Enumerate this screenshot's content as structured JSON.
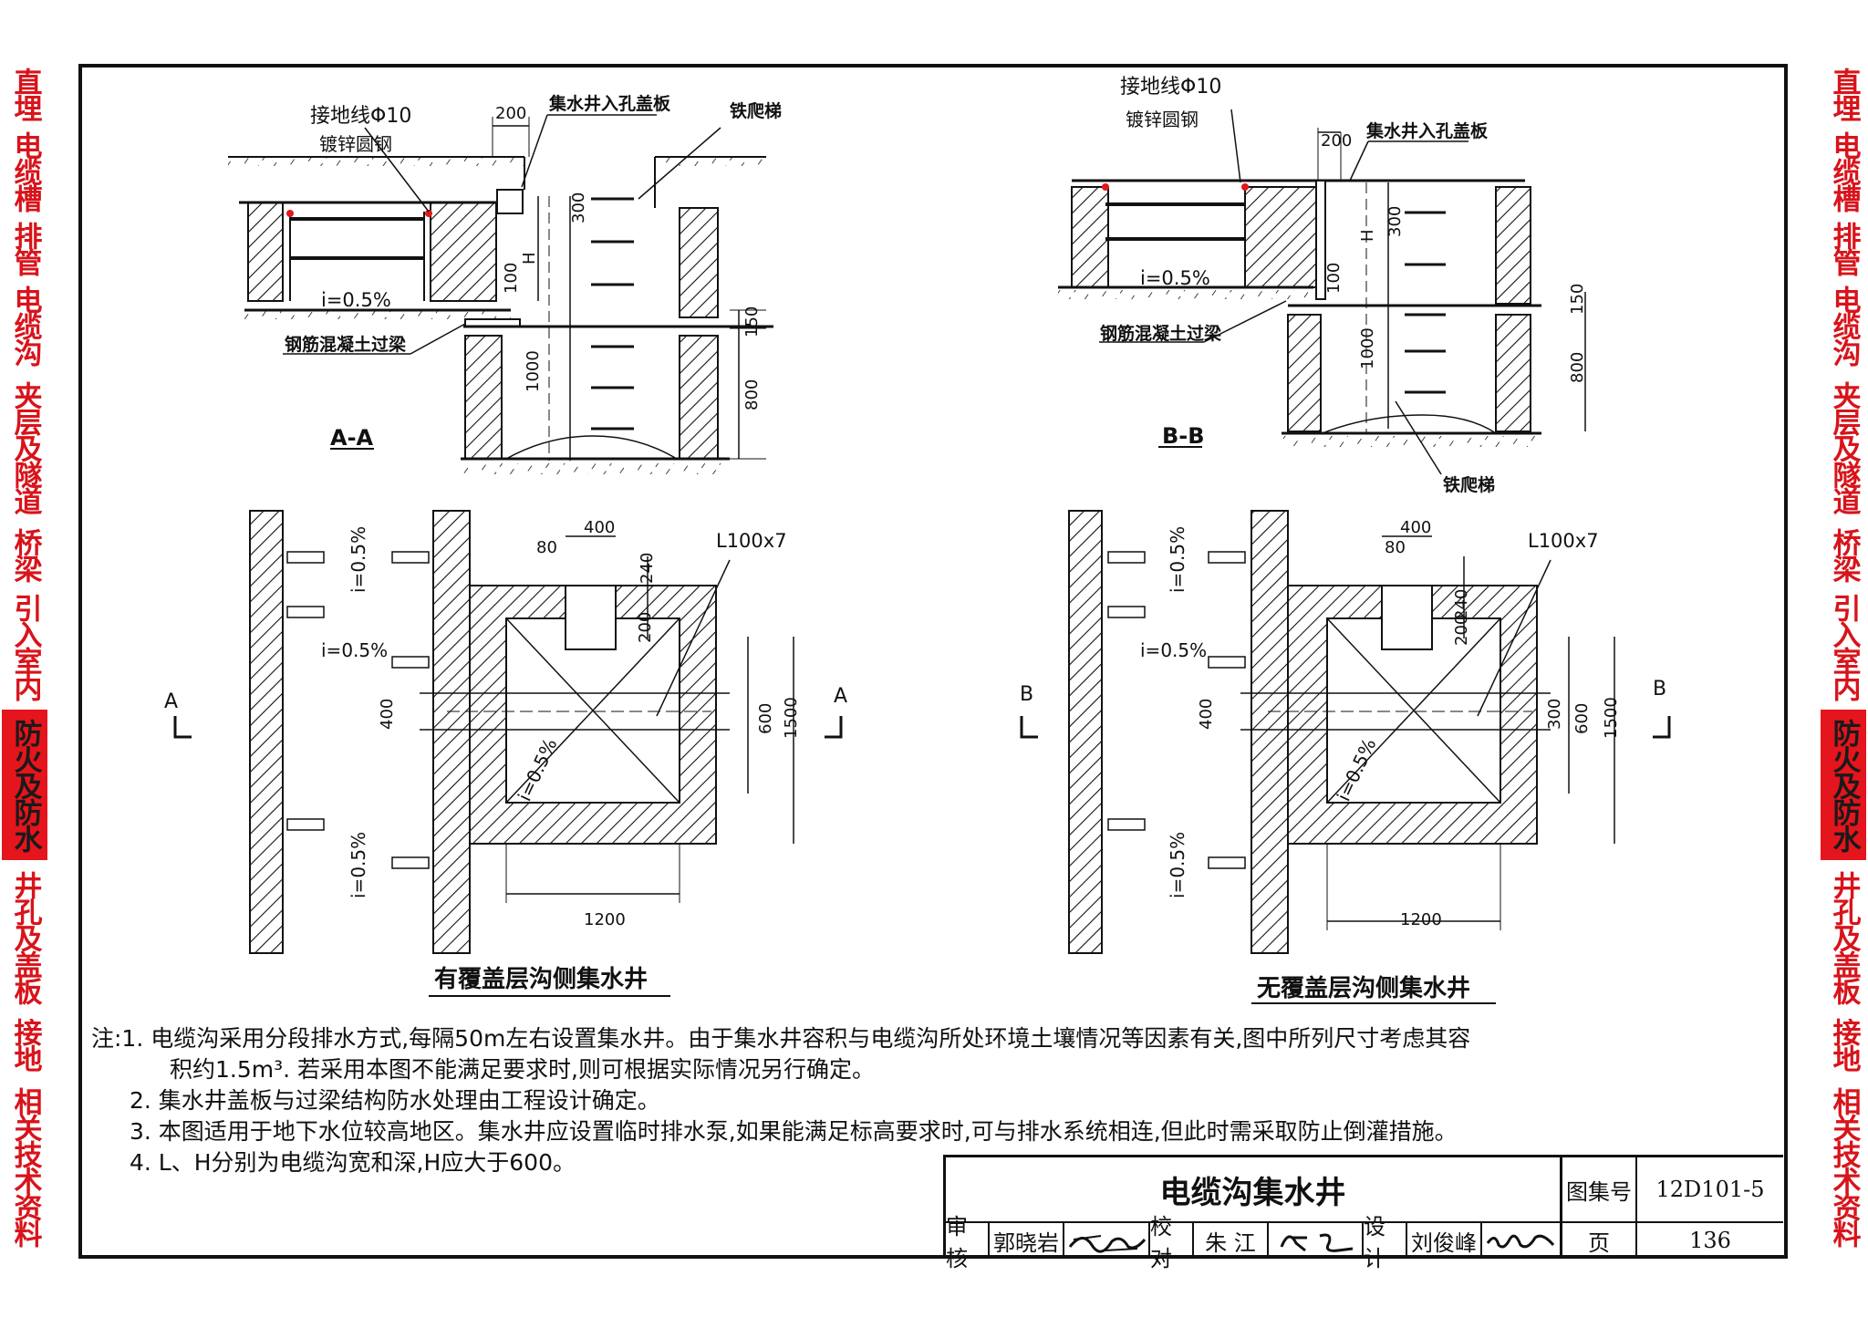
{
  "sidebar": {
    "left": [
      {
        "label": "直埋",
        "active": false
      },
      {
        "label": "电缆槽",
        "active": false
      },
      {
        "label": "排管",
        "active": false
      },
      {
        "label": "电缆沟",
        "active": false
      },
      {
        "label": "夹层及隧道",
        "active": false
      },
      {
        "label": "桥梁",
        "active": false
      },
      {
        "label": "引入室内",
        "active": false
      },
      {
        "label": "防火及防水",
        "active": true
      },
      {
        "label": "井孔及盖板",
        "active": false
      },
      {
        "label": "接地",
        "active": false
      },
      {
        "label": "相关技术资料",
        "active": false
      }
    ],
    "right": [
      {
        "label": "直埋",
        "active": false
      },
      {
        "label": "电缆槽",
        "active": false
      },
      {
        "label": "排管",
        "active": false
      },
      {
        "label": "电缆沟",
        "active": false
      },
      {
        "label": "夹层及隧道",
        "active": false
      },
      {
        "label": "桥梁",
        "active": false
      },
      {
        "label": "引入室内",
        "active": false
      },
      {
        "label": "防火及防水",
        "active": true
      },
      {
        "label": "井孔及盖板",
        "active": false
      },
      {
        "label": "接地",
        "active": false
      },
      {
        "label": "相关技术资料",
        "active": false
      }
    ]
  },
  "drawing": {
    "left_section": {
      "grounding_label": "接地线Φ10",
      "grounding_sub": "镀锌圆钢",
      "cover_label": "集水井入孔盖板",
      "ladder_label": "铁爬梯",
      "beam_label": "钢筋混凝土过梁",
      "slope": "i=0.5%",
      "section_name": "A-A",
      "dims": {
        "d200": "200",
        "d300": "300",
        "dH": "H",
        "d100": "100",
        "d150": "150",
        "d1000": "1000",
        "d800": "800"
      }
    },
    "right_section": {
      "grounding_label": "接地线Φ10",
      "grounding_sub": "镀锌圆钢",
      "cover_label": "集水井入孔盖板",
      "ladder_label": "铁爬梯",
      "beam_label": "钢筋混凝土过梁",
      "slope": "i=0.5%",
      "section_name": "B-B",
      "dims": {
        "d200": "200",
        "d300": "300",
        "dH": "H",
        "d100": "100",
        "d150": "150",
        "d1000": "1000",
        "d800": "800"
      }
    },
    "left_plan": {
      "angle_label": "L100x7",
      "slope": "i=0.5%",
      "cut_mark": "A",
      "dims": {
        "d400": "400",
        "d80": "80",
        "d240": "240",
        "d200": "200",
        "d600": "600",
        "d1500": "1500",
        "d1200": "1200"
      },
      "caption": "有覆盖层沟侧集水井"
    },
    "right_plan": {
      "angle_label": "L100x7",
      "slope": "i=0.5%",
      "cut_mark": "B",
      "dims": {
        "d400": "400",
        "d80": "80",
        "d240": "240",
        "d200": "200",
        "d300": "300",
        "d600": "600",
        "d1500": "1500",
        "d1200": "1200"
      },
      "caption": "无覆盖层沟侧集水井"
    }
  },
  "notes": {
    "lines": [
      "注:1. 电缆沟采用分段排水方式,每隔50m左右设置集水井。由于集水井容积与电缆沟所处环境土壤情况等因素有关,图中所列尺寸考虑其容",
      "积约1.5m³. 若采用本图不能满足要求时,则可根据实际情况另行确定。",
      "2. 集水井盖板与过梁结构防水处理由工程设计确定。",
      "3. 本图适用于地下水位较高地区。集水井应设置临时排水泵,如果能满足标高要求时,可与排水系统相连,但此时需采取防止倒灌措施。",
      "4. L、H分别为电缆沟宽和深,H应大于600。"
    ]
  },
  "title_block": {
    "title": "电缆沟集水井",
    "atlas_label": "图集号",
    "atlas_no": "12D101-5",
    "review_label": "审核",
    "reviewer": "郭晓岩",
    "check_label": "校对",
    "checker": "朱  江",
    "design_label": "设计",
    "designer": "刘俊峰",
    "page_label": "页",
    "page_no": "136"
  }
}
